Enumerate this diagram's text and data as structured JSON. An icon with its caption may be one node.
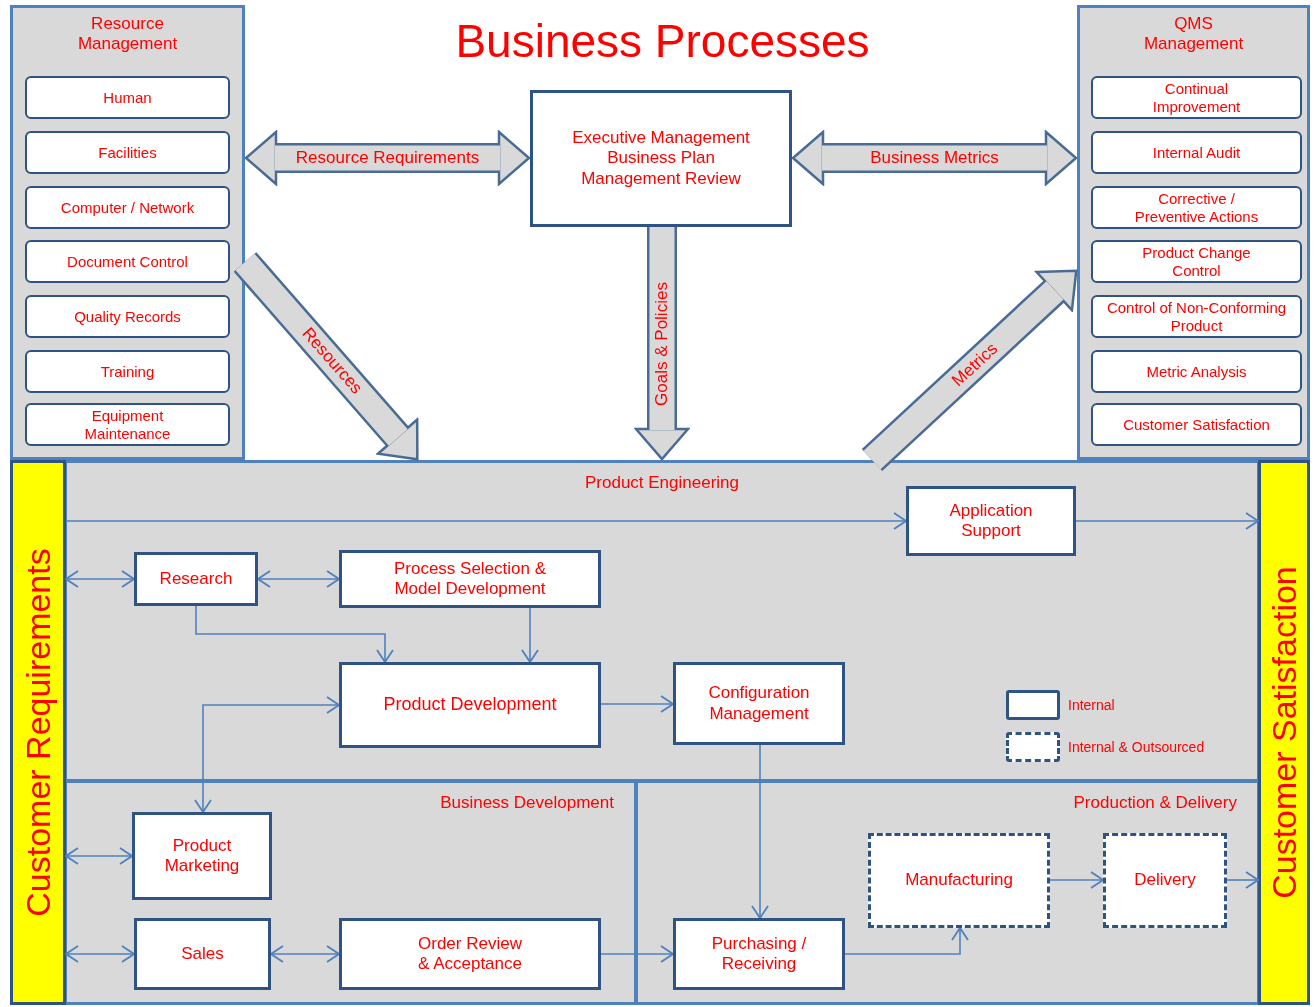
{
  "diagram": {
    "title": "Business Processes",
    "nodes": [
      {
        "text": [
          "Resource Management"
        ]
      },
      {
        "text": [
          "Human"
        ],
        "in": 0
      },
      {
        "text": [
          "Facilities"
        ],
        "in": 0
      },
      {
        "text": [
          "Computer / Network"
        ],
        "in": 0
      },
      {
        "text": [
          "Document Control"
        ],
        "in": 0
      },
      {
        "text": [
          "Quality Records"
        ],
        "in": 0
      },
      {
        "text": [
          "Training"
        ],
        "in": 0
      },
      {
        "text": [
          "Equipment Maintenance"
        ],
        "in": 0
      },
      {
        "text": [
          "Executive Management Business Plan Management Review"
        ]
      },
      {
        "text": [
          "QMS Management"
        ]
      },
      {
        "text": [
          "Continual Improvement"
        ],
        "in": 9
      },
      {
        "text": [
          "Internal Audit"
        ],
        "in": 9
      },
      {
        "text": [
          "Corrective / Preventive Actions"
        ],
        "in": 9
      },
      {
        "text": [
          "Product Change Control"
        ],
        "in": 9
      },
      {
        "text": [
          "Control of Non-Conforming Product"
        ],
        "in": 9
      },
      {
        "text": [
          "Metric Analysis"
        ],
        "in": 9
      },
      {
        "text": [
          "Customer Satisfaction"
        ],
        "in": 9
      },
      {
        "text": [
          "Customer Requirements"
        ]
      },
      {
        "text": [
          "Product Engineering"
        ]
      },
      {
        "text": [
          "Application Support"
        ],
        "in": 18
      },
      {
        "text": [
          "Research"
        ],
        "in": 18
      },
      {
        "text": [
          "Process Selection & Model Development"
        ],
        "in": 18
      },
      {
        "text": [
          "Product Development"
        ],
        "in": 18
      },
      {
        "text": [
          "Configuration Management"
        ],
        "in": 18
      },
      {
        "text": [
          "Business Development"
        ]
      },
      {
        "text": [
          "Product Marketing"
        ],
        "in": 24
      },
      {
        "text": [
          "Sales"
        ],
        "in": 24
      },
      {
        "text": [
          "Order Review & Acceptance"
        ],
        "in": 24
      },
      {
        "text": [
          "Production & Delivery"
        ]
      },
      {
        "text": [
          "Purchasing / Receiving"
        ],
        "in": 28
      },
      {
        "text": [
          "Manufacturing"
        ],
        "in": 28
      },
      {
        "text": [
          "Delivery"
        ],
        "in": 28
      },
      {
        "text": [
          "Customer Satisfaction"
        ]
      }
    ],
    "edges": [
      {
        "from": 0,
        "to": 8,
        "arrow": "both",
        "label": "Resource Requirements",
        "style": "thick"
      },
      {
        "from": 8,
        "to": 9,
        "arrow": "both",
        "label": "Business Metrics",
        "style": "thick"
      },
      {
        "from": 0,
        "to": 18,
        "arrow": "to",
        "label": "Resources",
        "style": "thick"
      },
      {
        "from": 8,
        "to": 18,
        "arrow": "to",
        "label": "Goals & Policies",
        "style": "thick"
      },
      {
        "from": 18,
        "to": 9,
        "arrow": "to",
        "label": "Metrics",
        "style": "thick"
      },
      {
        "from": 17,
        "to": 19,
        "arrow": "to"
      },
      {
        "from": 19,
        "to": 32,
        "arrow": "to"
      },
      {
        "from": 17,
        "to": 20,
        "arrow": "both"
      },
      {
        "from": 20,
        "to": 21,
        "arrow": "both"
      },
      {
        "from": 20,
        "to": 22,
        "arrow": "to"
      },
      {
        "from": 21,
        "to": 22,
        "arrow": "to"
      },
      {
        "from": 22,
        "to": 23,
        "arrow": "to"
      },
      {
        "from": 22,
        "to": 25,
        "arrow": "both"
      },
      {
        "from": 17,
        "to": 25,
        "arrow": "both"
      },
      {
        "from": 17,
        "to": 26,
        "arrow": "both"
      },
      {
        "from": 26,
        "to": 27,
        "arrow": "both"
      },
      {
        "from": 27,
        "to": 29,
        "arrow": "to"
      },
      {
        "from": 23,
        "to": 29,
        "arrow": "to"
      },
      {
        "from": 29,
        "to": 30,
        "arrow": "to"
      },
      {
        "from": 30,
        "to": 31,
        "arrow": "to"
      },
      {
        "from": 31,
        "to": 32,
        "arrow": "to"
      }
    ],
    "legend": [
      {
        "text": "Internal"
      },
      {
        "text": "Internal & Outsourced"
      }
    ]
  }
}
